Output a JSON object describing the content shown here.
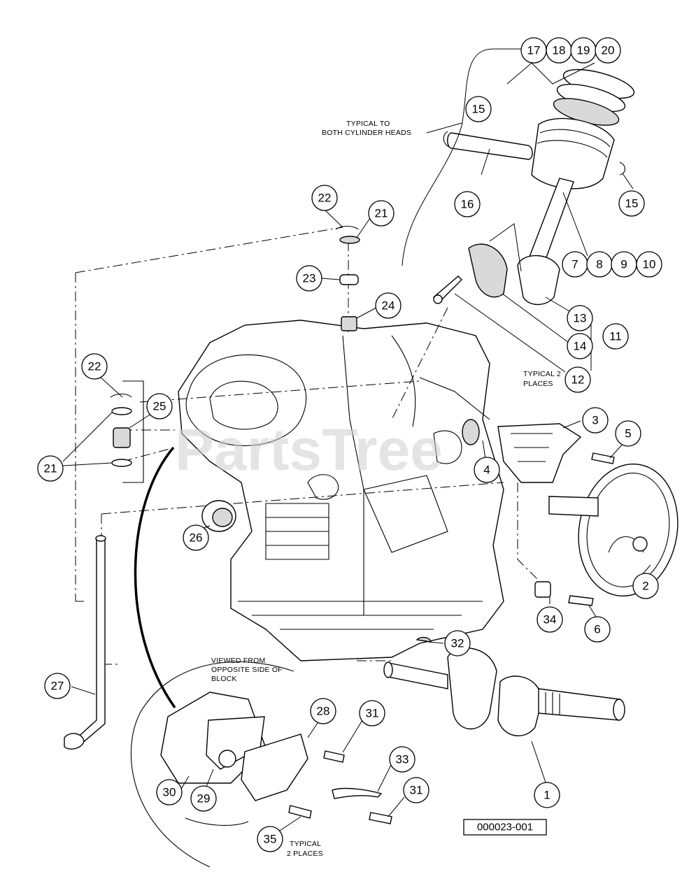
{
  "diagram": {
    "watermark": "PartsTree",
    "reference_number": "000023-001",
    "notes": {
      "typical_cylinder_line1": "TYPICAL TO",
      "typical_cylinder_line2": "BOTH CYLINDER HEADS",
      "typical_2_places_top_line1": "TYPICAL 2",
      "typical_2_places_top_line2": "PLACES",
      "viewed_line1": "VIEWED FROM",
      "viewed_line2": "OPPOSITE SIDE OF",
      "viewed_line3": "BLOCK",
      "typical_2_places_bottom_line1": "TYPICAL",
      "typical_2_places_bottom_line2": "2 PLACES"
    },
    "callouts": [
      {
        "id": "c17",
        "label": "17"
      },
      {
        "id": "c18",
        "label": "18"
      },
      {
        "id": "c19",
        "label": "19"
      },
      {
        "id": "c20",
        "label": "20"
      },
      {
        "id": "c15a",
        "label": "15"
      },
      {
        "id": "c16",
        "label": "16"
      },
      {
        "id": "c15b",
        "label": "15"
      },
      {
        "id": "c7",
        "label": "7"
      },
      {
        "id": "c8",
        "label": "8"
      },
      {
        "id": "c9",
        "label": "9"
      },
      {
        "id": "c10",
        "label": "10"
      },
      {
        "id": "c22a",
        "label": "22"
      },
      {
        "id": "c21a",
        "label": "21"
      },
      {
        "id": "c23",
        "label": "23"
      },
      {
        "id": "c24",
        "label": "24"
      },
      {
        "id": "c13",
        "label": "13"
      },
      {
        "id": "c14",
        "label": "14"
      },
      {
        "id": "c11",
        "label": "11"
      },
      {
        "id": "c12",
        "label": "12"
      },
      {
        "id": "c22b",
        "label": "22"
      },
      {
        "id": "c25",
        "label": "25"
      },
      {
        "id": "c21b",
        "label": "21"
      },
      {
        "id": "c3",
        "label": "3"
      },
      {
        "id": "c5",
        "label": "5"
      },
      {
        "id": "c4",
        "label": "4"
      },
      {
        "id": "c26",
        "label": "26"
      },
      {
        "id": "c2",
        "label": "2"
      },
      {
        "id": "c34",
        "label": "34"
      },
      {
        "id": "c6",
        "label": "6"
      },
      {
        "id": "c32",
        "label": "32"
      },
      {
        "id": "c27",
        "label": "27"
      },
      {
        "id": "c28",
        "label": "28"
      },
      {
        "id": "c31a",
        "label": "31"
      },
      {
        "id": "c33",
        "label": "33"
      },
      {
        "id": "c31b",
        "label": "31"
      },
      {
        "id": "c30",
        "label": "30"
      },
      {
        "id": "c29",
        "label": "29"
      },
      {
        "id": "c1",
        "label": "1"
      },
      {
        "id": "c35",
        "label": "35"
      }
    ]
  }
}
